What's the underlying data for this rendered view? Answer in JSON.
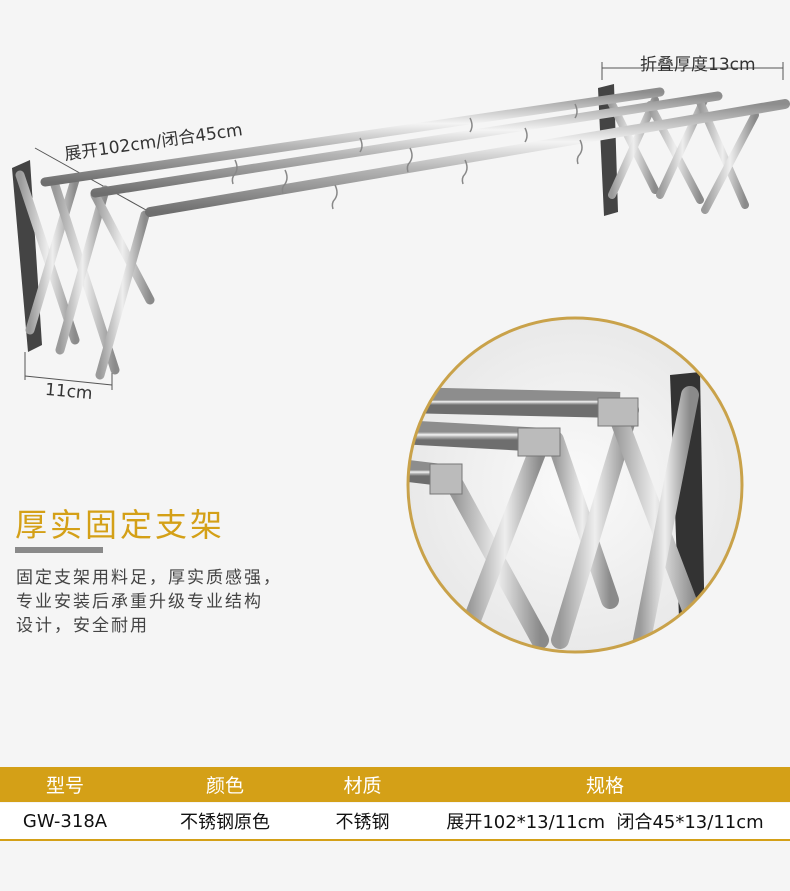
{
  "dimensions": {
    "depth": "折叠厚度13cm",
    "length": "展开102cm/闭合45cm",
    "width": "11cm"
  },
  "feature": {
    "title": "厚实固定支架",
    "lines": [
      "固定支架用料足，厚实质感强，",
      "专业安装后承重升级专业结构",
      "设计，安全耐用"
    ]
  },
  "spec_table": {
    "headers": [
      "型号",
      "颜色",
      "材质",
      "规格"
    ],
    "row": [
      "GW-318A",
      "不锈钢原色",
      "不锈钢",
      "展开102*13/11cm  闭合45*13/11cm"
    ]
  },
  "colors": {
    "accent": "#d4a017",
    "steel": "#c8c8c8",
    "background": "#f5f5f5"
  }
}
